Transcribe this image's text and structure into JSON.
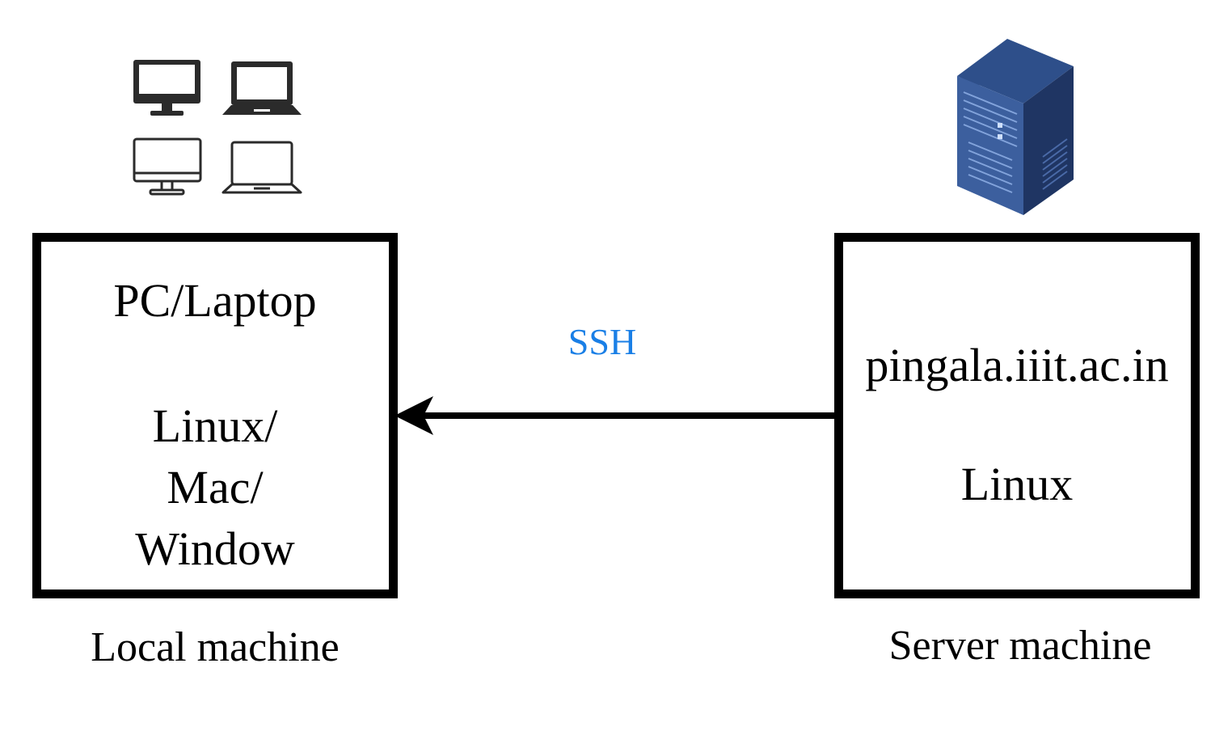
{
  "local": {
    "title": "PC/Laptop",
    "os_lines": [
      "Linux/",
      "Mac/",
      "Window"
    ],
    "caption": "Local machine",
    "icons": [
      "desktop-filled-icon",
      "laptop-filled-icon",
      "desktop-outline-icon",
      "laptop-outline-icon"
    ]
  },
  "server": {
    "title": "pingala.iiit.ac.in",
    "os": "Linux",
    "caption": "Server machine",
    "icon": "server-tower-icon"
  },
  "connection": {
    "label": "SSH",
    "label_color": "#1a7fe6",
    "direction": "server-to-local"
  }
}
